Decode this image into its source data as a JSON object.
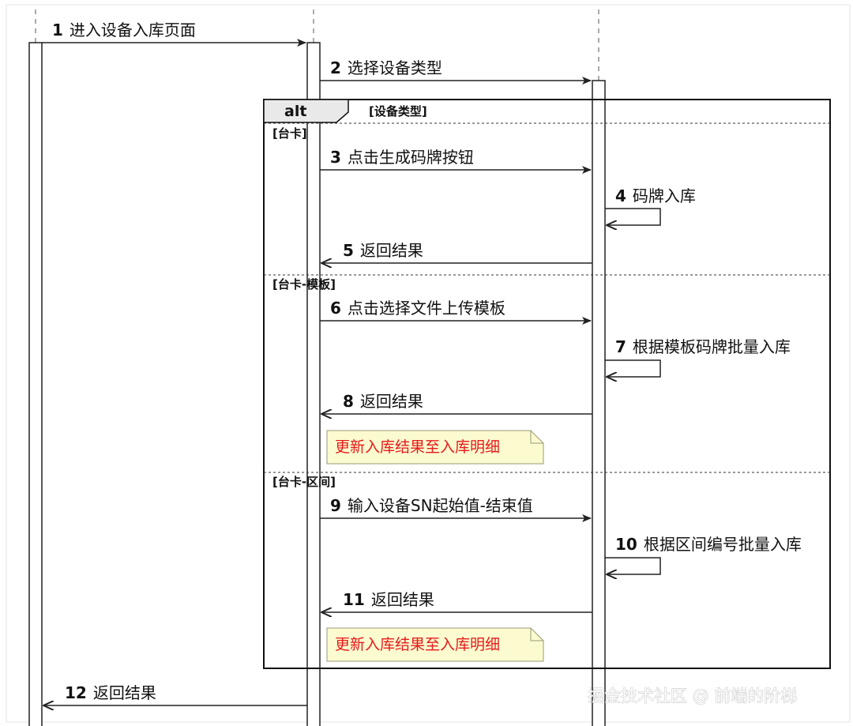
{
  "alt_frame": {
    "keyword": "alt",
    "condition": "[设备类型]",
    "operands": [
      "[台卡]",
      "[台卡-模板]",
      "[台卡-区间]"
    ]
  },
  "messages": [
    {
      "num": "1",
      "text": "进入设备入库页面",
      "kind": "sync"
    },
    {
      "num": "2",
      "text": "选择设备类型",
      "kind": "sync"
    },
    {
      "num": "3",
      "text": "点击生成码牌按钮",
      "kind": "sync"
    },
    {
      "num": "4",
      "text": "码牌入库",
      "kind": "self"
    },
    {
      "num": "5",
      "text": "返回结果",
      "kind": "return"
    },
    {
      "num": "6",
      "text": "点击选择文件上传模板",
      "kind": "sync"
    },
    {
      "num": "7",
      "text": "根据模板码牌批量入库",
      "kind": "self"
    },
    {
      "num": "8",
      "text": "返回结果",
      "kind": "return"
    },
    {
      "num": "9",
      "text": "输入设备SN起始值-结束值",
      "kind": "sync"
    },
    {
      "num": "10",
      "text": "根据区间编号批量入库",
      "kind": "self"
    },
    {
      "num": "11",
      "text": "返回结果",
      "kind": "return"
    },
    {
      "num": "12",
      "text": "返回结果",
      "kind": "return"
    }
  ],
  "notes": [
    "更新入库结果至入库明细",
    "更新入库结果至入库明细"
  ],
  "watermark": "掘金技术社区 @ 前端的阶梯",
  "colors": {
    "line": "#222222",
    "note_fill": "#fbfbcf",
    "note_text": "#e8191b",
    "activation_fill": "#ffffff"
  }
}
